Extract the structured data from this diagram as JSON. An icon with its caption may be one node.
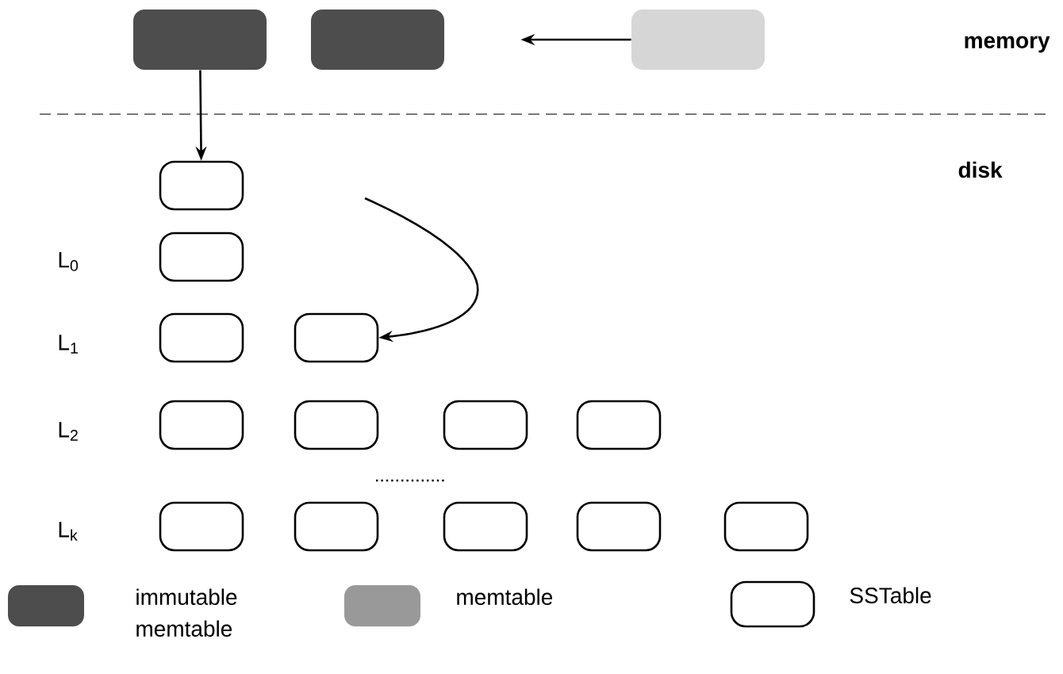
{
  "diagram": {
    "nodes": [
      {
        "text": [],
        "shape": "box"
      },
      {
        "text": [],
        "shape": "box"
      },
      {
        "text": [],
        "shape": "box"
      },
      {
        "text": [],
        "shape": "box"
      },
      {
        "text": [],
        "shape": "box"
      },
      {
        "text": [],
        "shape": "box"
      },
      {
        "text": [],
        "shape": "box"
      },
      {
        "text": [],
        "shape": "box"
      },
      {
        "text": [],
        "shape": "box"
      },
      {
        "text": [],
        "shape": "box"
      },
      {
        "text": [],
        "shape": "box"
      },
      {
        "text": [],
        "shape": "box"
      },
      {
        "text": [],
        "shape": "box"
      },
      {
        "text": [],
        "shape": "box"
      },
      {
        "text": [],
        "shape": "box"
      },
      {
        "text": [],
        "shape": "box"
      }
    ],
    "edges": [
      {
        "from": 2,
        "to": 1,
        "arrow": "to"
      },
      {
        "from": 0,
        "to": 3,
        "arrow": "to"
      },
      {
        "from": null,
        "to": 6,
        "arrow": "to"
      }
    ],
    "labels": [
      "memory",
      "disk",
      "L$_{0}$",
      "L$_{1}$",
      "L$_{2}$",
      "L$_{k}$"
    ],
    "legend": [
      {
        "text": "immutable memtable",
        "color": "#4d4d4d"
      },
      {
        "text": "memtable",
        "color": "#999999"
      },
      {
        "text": "SSTable"
      }
    ]
  }
}
